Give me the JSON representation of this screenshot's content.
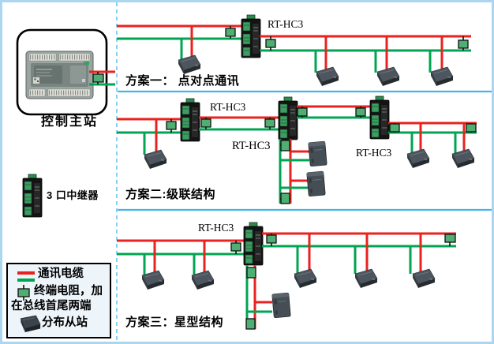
{
  "colors": {
    "cable_red": "#e8231f",
    "cable_green": "#00a551",
    "terminator_green": "#4fae71",
    "separator_blue": "#45b5e8",
    "separator_dash": "#6cc6f0",
    "border_blue": "#aad6f2"
  },
  "sidebar": {
    "master_station_label": "控制主站",
    "repeater_label": "3 口中继器"
  },
  "legend": {
    "cable": "通讯电缆",
    "terminator_line1": "终端电阻，加",
    "terminator_line2": "在总线首尾两端",
    "slave": "分布从站"
  },
  "sections": {
    "one": {
      "title": "方案一： 点对点通讯",
      "repeater_labels": [
        "RT-HC3"
      ]
    },
    "two": {
      "title": "方案二:级联结构",
      "repeater_labels": [
        "RT-HC3",
        "RT-HC3",
        "RT-HC3"
      ]
    },
    "three": {
      "title": "方案三：星型结构",
      "repeater_labels": [
        "RT-HC3"
      ]
    }
  }
}
